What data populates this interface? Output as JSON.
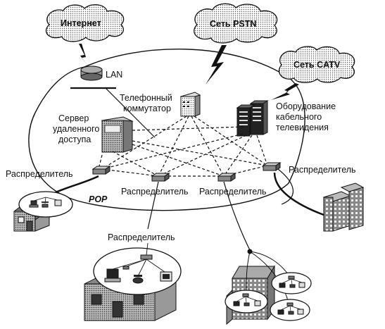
{
  "clouds": {
    "internet": "Интернет",
    "pstn": "Сеть PSTN",
    "catv": "Сеть CATV"
  },
  "labels": {
    "lan": "LAN",
    "phone_switch_line1": "Телефонный",
    "phone_switch_line2": "коммутатор",
    "ras_line1": "Сервер",
    "ras_line2": "удаленного",
    "ras_line3": "доступа",
    "cable_line1": "Оборудование",
    "cable_line2": "кабельного",
    "cable_line3": "телевидения",
    "pop": "POP",
    "dist_left": "Распределитель",
    "dist_center_left": "Распределитель",
    "dist_center_right": "Распределитель",
    "dist_right": "Распределитель",
    "dist_bottom": "Распределитель"
  },
  "icons": [
    "cloud-icon",
    "router-icon",
    "phone-switch-icon",
    "server-rack-icon",
    "remote-access-server-icon",
    "hub-icon",
    "house-icon",
    "office-building-icon",
    "skyscraper-icon",
    "computer-icon",
    "telephone-icon",
    "lightning-link-icon"
  ]
}
